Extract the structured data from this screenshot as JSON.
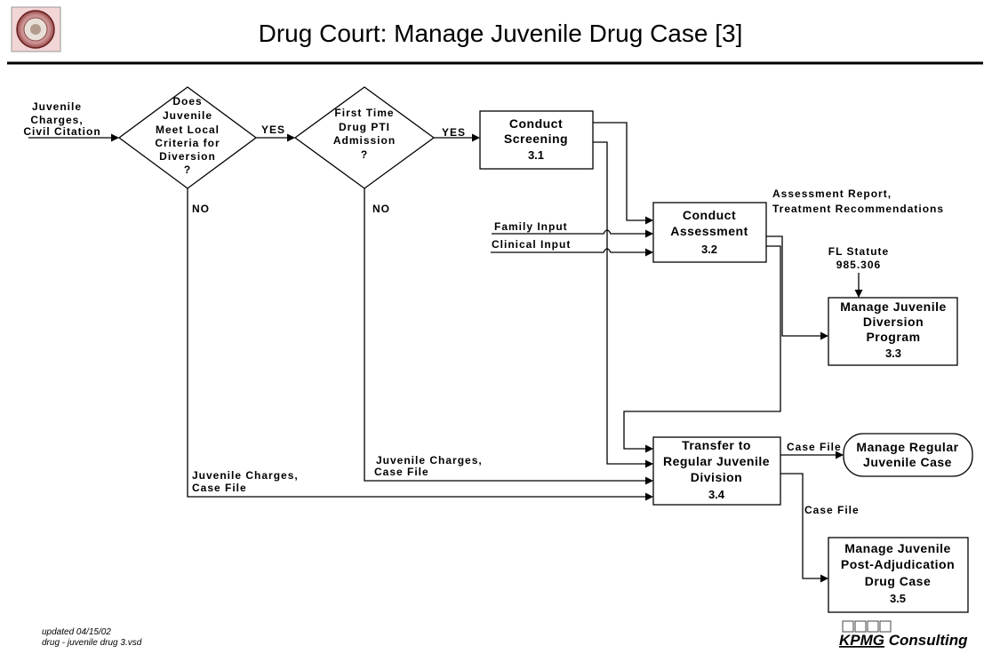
{
  "title": "Drug Court:  Manage Juvenile Drug Case [3]",
  "footer": {
    "line1": "updated 04/15/02",
    "line2": "drug - juvenile drug 3.vsd",
    "brand_a": "KPMG",
    "brand_b": " Consulting"
  },
  "inputs": {
    "start": [
      "Juvenile",
      "Charges,",
      "Civil Citation"
    ],
    "family": "Family Input",
    "clinical": "Clinical Input",
    "statute": [
      "FL Statute",
      "985.306"
    ]
  },
  "decisions": {
    "d1": [
      "Does",
      "Juvenile",
      "Meet Local",
      "Criteria for",
      "Diversion",
      "?"
    ],
    "d2": [
      "First Time",
      "Drug PTI",
      "Admission",
      "?"
    ]
  },
  "edge_labels": {
    "yes1": "YES",
    "yes2": "YES",
    "no1": "NO",
    "no2": "NO",
    "assess_out": [
      "Assessment Report,",
      "Treatment Recommendations"
    ],
    "jcharges1": [
      "Juvenile Charges,",
      "Case File"
    ],
    "jcharges2": [
      "Juvenile Charges,",
      "Case File"
    ],
    "casefile1": "Case File",
    "casefile2": "Case File"
  },
  "processes": {
    "p31": {
      "lines": [
        "Conduct",
        "Screening"
      ],
      "num": "3.1"
    },
    "p32": {
      "lines": [
        "Conduct",
        "Assessment"
      ],
      "num": "3.2"
    },
    "p33": {
      "lines": [
        "Manage Juvenile",
        "Diversion",
        "Program"
      ],
      "num": "3.3"
    },
    "p34": {
      "lines": [
        "Transfer to",
        "Regular Juvenile",
        "Division"
      ],
      "num": "3.4"
    },
    "p35": {
      "lines": [
        "Manage Juvenile",
        "Post-Adjudication",
        "Drug Case"
      ],
      "num": "3.5"
    }
  },
  "terminal": [
    "Manage Regular",
    "Juvenile Case"
  ]
}
